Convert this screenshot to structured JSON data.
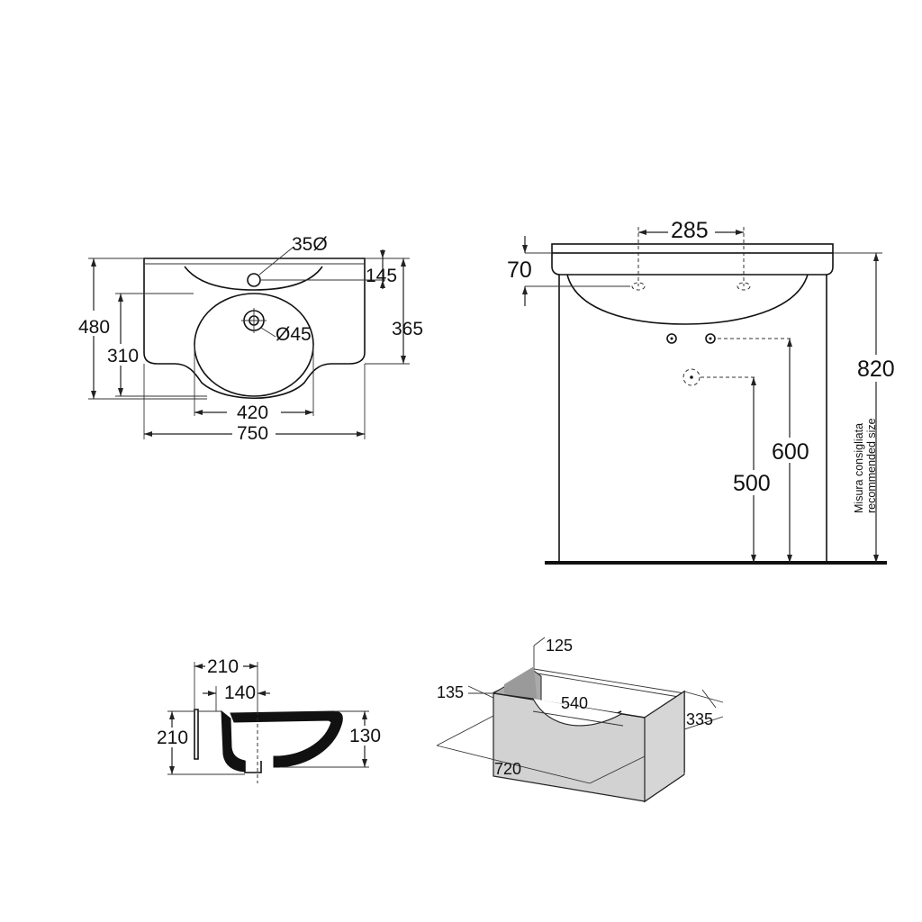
{
  "top_view": {
    "width_total": "750",
    "depth_total": "480",
    "bowl_width": "420",
    "bowl_depth": "310",
    "tap_hole": "35Ø",
    "drain_hole": "Ø45",
    "tap_offset": "145",
    "bowl_front": "365"
  },
  "front_view": {
    "tap_spacing": "285",
    "rim_height": "70",
    "supply_height": "600",
    "waste_height": "500",
    "total_height": "820",
    "note_line1": "Misura consigliata",
    "note_line2": "recommended size"
  },
  "section_view": {
    "overall_depth": "210",
    "waste_offset": "140",
    "height_left": "210",
    "bowl_depth": "130"
  },
  "cabinet_view": {
    "top_depth": "125",
    "side_depth": "135",
    "cutout_width": "540",
    "depth": "335",
    "width": "720"
  }
}
